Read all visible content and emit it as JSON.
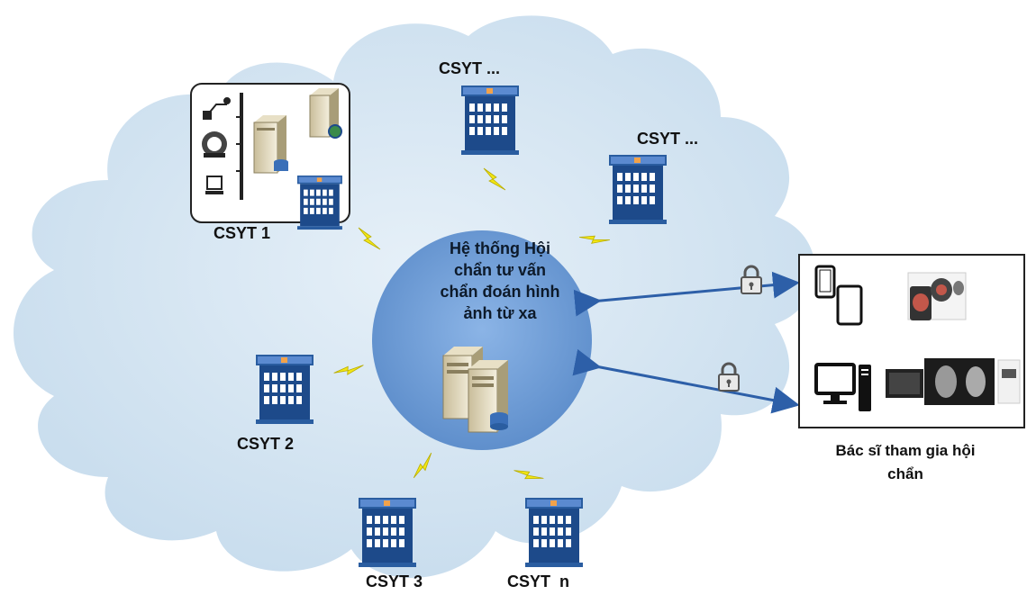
{
  "hub": {
    "title_lines": [
      "Hệ thống Hội",
      "chẩn tư vấn",
      "chẩn đoán hình",
      "ảnh từ xa"
    ],
    "icon": "server-icon"
  },
  "facilities": {
    "csyt1": "CSYT 1",
    "csyt_top": "CSYT ...",
    "csyt_topright": "CSYT ...",
    "csyt2": "CSYT 2",
    "csyt3": "CSYT 3",
    "csytn": "CSYT  n"
  },
  "doctors": {
    "caption_lines": [
      "Bác sĩ tham gia hội",
      "chẩn"
    ],
    "icons": [
      "phone-icon",
      "tablet-icon",
      "medical-image-icon",
      "desktop-computer-icon",
      "monitor-image-icon"
    ]
  },
  "colors": {
    "cloud": "#cfe1f0",
    "hub": "#6f9fd8",
    "building": "#1d4a8a",
    "lightning": "#f2e615",
    "arrow": "#2d5fa8"
  }
}
